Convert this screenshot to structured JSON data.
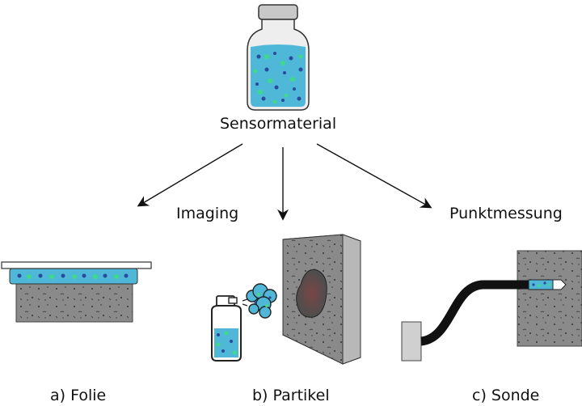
{
  "labels": {
    "center": "Sensormaterial",
    "imaging": "Imaging",
    "punktmessung": "Punktmessung",
    "folie": "a) Folie",
    "partikel": "b) Partikel",
    "sonde": "c) Sonde"
  },
  "colors": {
    "fluid": "#4fb8d8",
    "particle_dark": "#2a4a9a",
    "particle_green": "#3ddc84",
    "concrete": "#8a8a8a",
    "concrete_side": "#b8b8b8",
    "stain": "#6b4040"
  },
  "icons": [
    "sensor-vial-icon",
    "folie-icon",
    "spray-can-icon",
    "concrete-wall-icon",
    "probe-icon"
  ]
}
